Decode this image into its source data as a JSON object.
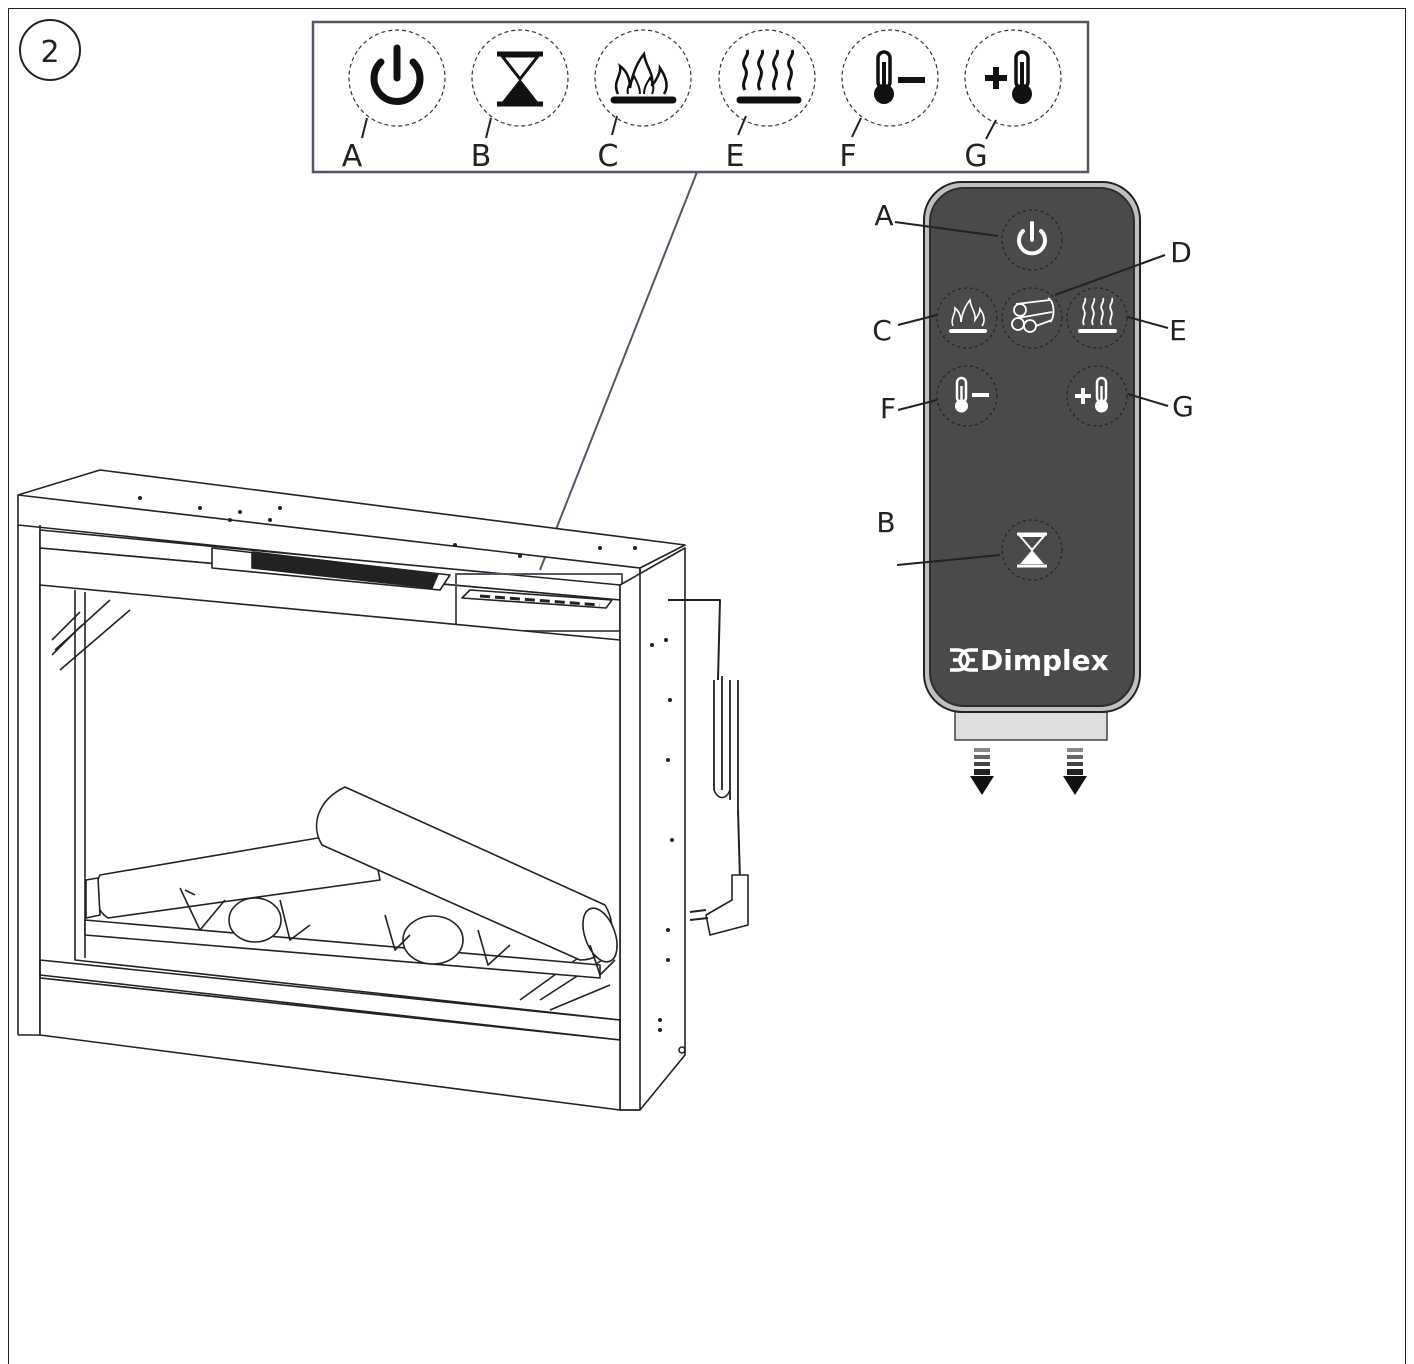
{
  "step_number": "2",
  "panel_labels": [
    "A",
    "B",
    "C",
    "E",
    "F",
    "G"
  ],
  "remote": {
    "brand": "Dimplex",
    "labels": {
      "a": "A",
      "b": "B",
      "c": "C",
      "d": "D",
      "e": "E",
      "f": "F",
      "g": "G"
    },
    "buttons": [
      {
        "key": "A",
        "icon": "power-icon"
      },
      {
        "key": "B",
        "icon": "hourglass-timer-icon"
      },
      {
        "key": "C",
        "icon": "flame-icon"
      },
      {
        "key": "D",
        "icon": "logs-icon"
      },
      {
        "key": "E",
        "icon": "heat-waves-icon"
      },
      {
        "key": "F",
        "icon": "thermometer-minus-icon"
      },
      {
        "key": "G",
        "icon": "thermometer-plus-icon"
      }
    ]
  },
  "colors": {
    "remote_body": "#4a4a4c",
    "remote_border": "#2e2e30",
    "line_art": "#222222",
    "frame_box": "#555566"
  }
}
